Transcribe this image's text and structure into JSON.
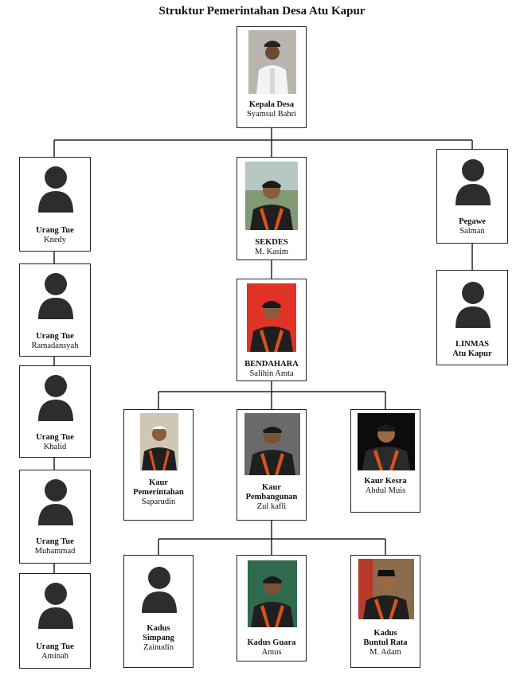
{
  "title": "Struktur Pemerintahan Desa Atu Kapur",
  "colors": {
    "border": "#222222",
    "silhouette": "#2d2d2d",
    "vest_accent": "#d9541a"
  },
  "nodes": {
    "kepala": {
      "role": "Kepala Desa",
      "role2": "",
      "name": "Syamsul Bahri",
      "photo": "person-photo"
    },
    "tue1": {
      "role": "Urang Tue",
      "role2": "",
      "name": "Knedy",
      "photo": "person-silhouette-icon"
    },
    "tue2": {
      "role": "Urang Tue",
      "role2": "",
      "name": "Ramadansyah",
      "photo": "person-silhouette-icon"
    },
    "tue3": {
      "role": "Urang Tue",
      "role2": "",
      "name": "Khalid",
      "photo": "person-silhouette-icon"
    },
    "tue4": {
      "role": "Urang Tue",
      "role2": "",
      "name": "Muhammad",
      "photo": "person-silhouette-icon"
    },
    "tue5": {
      "role": "Urang Tue",
      "role2": "",
      "name": "Aminah",
      "photo": "person-silhouette-icon"
    },
    "sekdes": {
      "role": "SEKDES",
      "role2": "",
      "name": "M. Kasim",
      "photo": "person-photo"
    },
    "bendahara": {
      "role": "BENDAHARA",
      "role2": "",
      "name": "Salihin Amta",
      "photo": "person-photo"
    },
    "pegawe": {
      "role": "Pegawe",
      "role2": "",
      "name": "Salman",
      "photo": "person-silhouette-icon"
    },
    "linmas": {
      "role": "LINMAS",
      "role2": "Atu Kapur",
      "name": "",
      "photo": "person-silhouette-icon"
    },
    "kaur_pem": {
      "role": "Kaur",
      "role2": "Pemerintahan",
      "name": "Saparudin",
      "photo": "person-photo"
    },
    "kaur_pemb": {
      "role": "Kaur",
      "role2": "Pembangunan",
      "name": "Zul kafli",
      "photo": "person-photo"
    },
    "kaur_kesra": {
      "role": "Kaur Kesra",
      "role2": "",
      "name": "Abdul Muis",
      "photo": "person-photo"
    },
    "kadus_simpang": {
      "role": "Kadus",
      "role2": "Simpang",
      "name": "Zainudin",
      "photo": "person-silhouette-icon"
    },
    "kadus_guara": {
      "role": "Kadus Guara",
      "role2": "",
      "name": "Amus",
      "photo": "person-photo"
    },
    "kadus_buntul": {
      "role": "Kadus",
      "role2": "Buntul Rata",
      "name": "M. Adam",
      "photo": "person-photo"
    }
  }
}
